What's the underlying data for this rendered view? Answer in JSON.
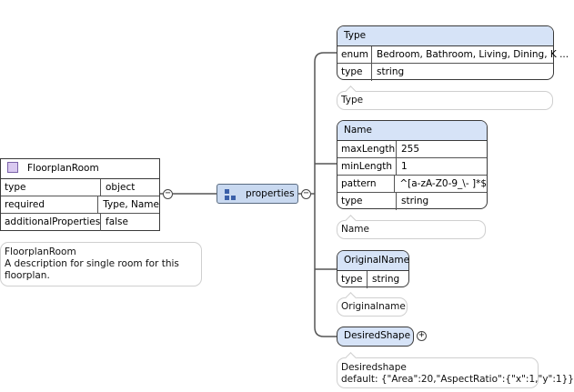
{
  "root": {
    "title": "FloorplanRoom",
    "rows": [
      {
        "key": "type",
        "value": "object"
      },
      {
        "key": "required",
        "value": "Type, Name"
      },
      {
        "key": "additionalProperties",
        "value": "false"
      }
    ],
    "annotation": {
      "title": "FloorplanRoom",
      "description": "A description for single room for this floorplan."
    }
  },
  "compositor": {
    "label": "properties"
  },
  "toggles": {
    "collapse": "−",
    "expand": "+"
  },
  "properties": [
    {
      "title": "Type",
      "rows": [
        {
          "key": "enum",
          "value": "Bedroom, Bathroom, Living, Dining, K ..."
        },
        {
          "key": "type",
          "value": "string"
        }
      ],
      "annotation": "Type"
    },
    {
      "title": "Name",
      "rows": [
        {
          "key": "maxLength",
          "value": "255"
        },
        {
          "key": "minLength",
          "value": "1"
        },
        {
          "key": "pattern",
          "value": "^[a-zA-Z0-9_\\- ]*$"
        },
        {
          "key": "type",
          "value": "string"
        }
      ],
      "annotation": "Name"
    },
    {
      "title": "OriginalName",
      "rows": [
        {
          "key": "type",
          "value": "string"
        }
      ],
      "annotation": "Originalname"
    },
    {
      "title": "DesiredShape",
      "rows": [],
      "annotation": "Desiredshape",
      "annotation_default": "default: {\"Area\":20,\"AspectRatio\":{\"x\":1,\"y\":1}}"
    }
  ]
}
